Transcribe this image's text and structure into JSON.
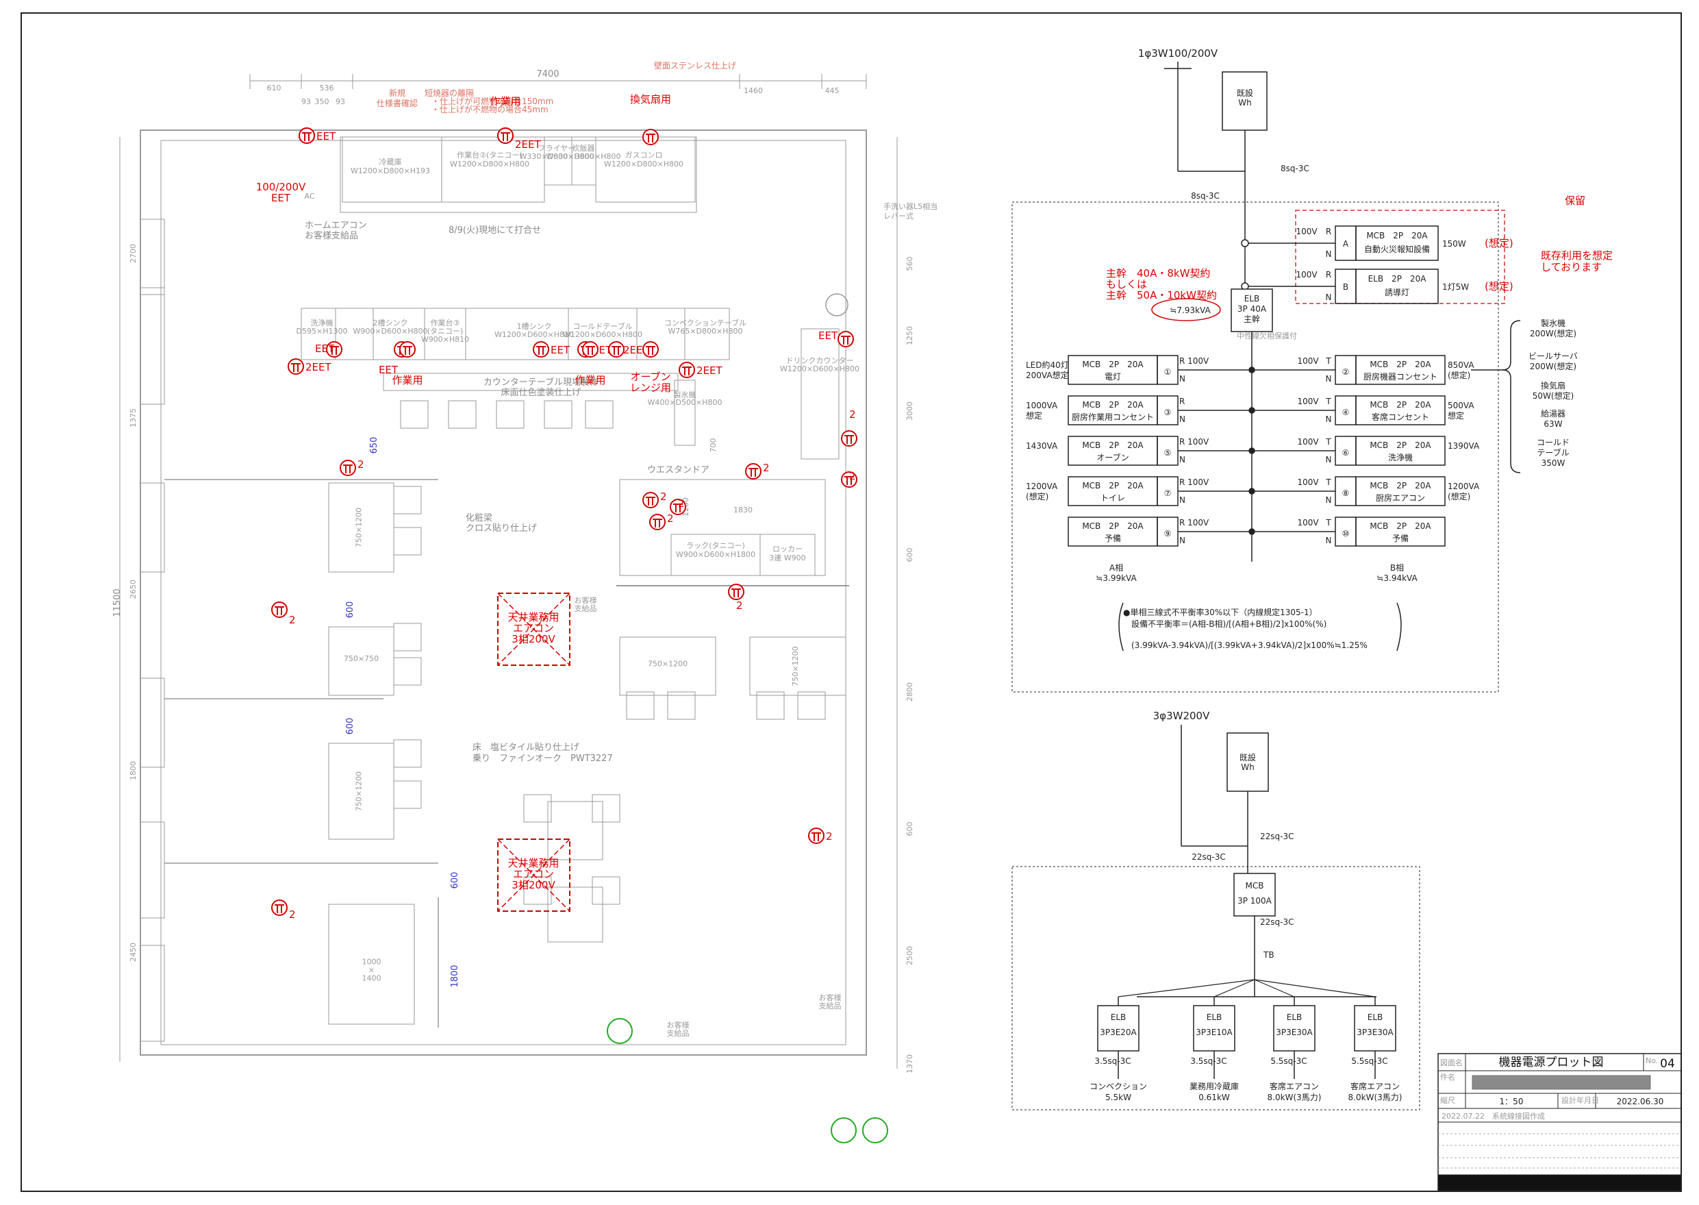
{
  "colors": {
    "outlet": "#d00000",
    "plan": "#9a9a9a",
    "line": "#222222",
    "note": "#e07060",
    "dim": "#3333cc"
  },
  "plan": {
    "top_dims": [
      "610",
      "536",
      "7400",
      "1460",
      "445"
    ],
    "top_sub_dims": [
      "93",
      "350",
      "93"
    ],
    "left_dims": [
      "2700",
      "1375",
      "11500",
      "2650",
      "1800",
      "2450"
    ],
    "right_dims": [
      "560",
      "1250",
      "3000",
      "600",
      "2800",
      "600",
      "2500",
      "1370"
    ],
    "inner_dims": [
      "650",
      "600",
      "600",
      "600",
      "1800",
      "1830",
      "1200",
      "700"
    ],
    "pink_notes": [
      "壁面ステンレス仕上げ",
      "新規",
      "仕様書確認",
      "短焼器の離隔",
      "・仕上げが可燃物の場合150mm",
      "・仕上げが不燃物の場合45mm"
    ],
    "equipment": [
      "冷蔵庫\nW1200×D800×H193",
      "作業台②(タニコー)\nW1200×D800×H800",
      "フライヤー\nW330×D600×H800",
      "炊飯器\nW330×D600×H800",
      "ガスコンロ\nW1200×D800×H800",
      "洗浄機\nD595×H1300",
      "2槽シンク\nW900×D600×H800",
      "作業台③\n(タニコー)\nW900×H810",
      "1槽シンク\nW1200×D600×H810",
      "コールドテーブル\nW1200×D600×H800",
      "コンベクションテーブル\nW765×D800×H800",
      "製氷機\nW400×D500×H800",
      "ドリンクカウンター\nW1200×D600×H800",
      "ラック(タニコー)\nW900×D600×H1800",
      "ロッカー\n3連 W900"
    ],
    "notes": [
      "ホームエアコン\nお客様支給品",
      "8/9(火)現地にて打合せ",
      "カウンターテーブル現場製作\n床面仕色塗装仕上げ",
      "手洗い器L5相当\nレバー式",
      "ウエスタンドア",
      "化粧梁\nクロス貼り仕上げ",
      "床　塩ビタイル貼り仕上げ\n乗り　ファインオーク　PWT3227",
      "お客様\n支給品",
      "AC"
    ],
    "tables": [
      "750×1200",
      "750×750",
      "750×1200",
      "750×1200",
      "750×1200",
      "1000\n×\n1400"
    ],
    "aircons": [
      "天井業務用\nエアコン\n3相200V",
      "天井業務用\nエアコン\n3相200V"
    ],
    "outlet_labels": [
      "EET",
      "100/200V\nEET",
      "2EET",
      "換気扇用",
      "作業用",
      "EET",
      "2EET",
      "EET",
      "EET",
      "EET",
      "2EET",
      "作業用",
      "作業用",
      "オーブン\nレンジ用",
      "2EET",
      "EET",
      "2",
      "2",
      "2",
      "2",
      "2",
      "2",
      "2",
      "2"
    ]
  },
  "single": {
    "source": "1φ3W100/200V",
    "meter": "既設\nWh",
    "cable_top": "8sq-3C",
    "cable_left": "8sq-3C",
    "main_breaker": "ELB\n3P 40A\n主幹",
    "main_note": "主幹　40A・8kW契約\nもしくは\n主幹　50A・10kW契約",
    "main_load": "≒7.93kVA",
    "leak_note": "中性線欠相保護付",
    "reserve_label": "保留",
    "reserve_note": "既存利用を想定\nしております",
    "reserve": [
      {
        "v": "100V",
        "ph": "R",
        "n": "N",
        "id": "A",
        "spec": "MCB　2P　20A",
        "name": "自動火災報知設備",
        "load": "150W",
        "est": "(想定)"
      },
      {
        "v": "100V",
        "ph": "R",
        "n": "N",
        "id": "B",
        "spec": "ELB　2P　20A",
        "name": "誘導灯",
        "load": "1灯5W",
        "est": "(想定)"
      }
    ],
    "left_circuits": [
      {
        "load": "LED約40灯\n200VA想定",
        "spec": "MCB　2P　20A",
        "name": "電灯",
        "no": "①",
        "v": "R 100V",
        "n": "N"
      },
      {
        "load": "1000VA\n想定",
        "spec": "MCB　2P　20A",
        "name": "厨房作業用コンセント",
        "no": "③",
        "v": "R",
        "n": "N"
      },
      {
        "load": "1430VA",
        "spec": "MCB　2P　20A",
        "name": "オーブン",
        "no": "⑤",
        "v": "R 100V",
        "n": "N"
      },
      {
        "load": "1200VA\n(想定)",
        "spec": "MCB　2P　20A",
        "name": "トイレ",
        "no": "⑦",
        "v": "R 100V",
        "n": "N"
      },
      {
        "load": "",
        "spec": "MCB　2P　20A",
        "name": "予備",
        "no": "⑨",
        "v": "R 100V",
        "n": "N"
      }
    ],
    "right_circuits": [
      {
        "v": "100V",
        "ph": "T",
        "n": "N",
        "no": "②",
        "spec": "MCB　2P　20A",
        "name": "厨房機器コンセント",
        "load": "850VA\n(想定)"
      },
      {
        "v": "100V",
        "ph": "T",
        "n": "N",
        "no": "④",
        "spec": "MCB　2P　20A",
        "name": "客席コンセント",
        "load": "500VA\n想定"
      },
      {
        "v": "100V",
        "ph": "T",
        "n": "N",
        "no": "⑥",
        "spec": "MCB　2P　20A",
        "name": "洗浄機",
        "load": "1390VA"
      },
      {
        "v": "100V",
        "ph": "T",
        "n": "N",
        "no": "⑧",
        "spec": "MCB　2P　20A",
        "name": "厨房エアコン",
        "load": "1200VA\n(想定)"
      },
      {
        "v": "100V",
        "ph": "T",
        "n": "N",
        "no": "⑩",
        "spec": "MCB　2P　20A",
        "name": "予備",
        "load": ""
      }
    ],
    "appliances": [
      "製氷機\n200W(想定)",
      "ビールサーバ\n200W(想定)",
      "換気扇\n50W(想定)",
      "給湯器\n63W",
      "コールド\nテーブル\n350W"
    ],
    "phase_a": "A相\n≒3.99kVA",
    "phase_b": "B相\n≒3.94kVA",
    "imbalance": [
      "●単相三線式不平衡率30%以下（内線規定1305-1）",
      "設備不平衡率＝(A相-B相)/[(A相+B相)/2]x100%(%)",
      "(3.99kVA-3.94kVA)/[(3.99kVA+3.94kVA)/2]x100%≒1.25%"
    ]
  },
  "three": {
    "source": "3φ3W200V",
    "meter": "既設\nWh",
    "cable_right": "22sq-3C",
    "cable_left": "22sq-3C",
    "main": "MCB\n3P 100A",
    "main_cable": "22sq-3C",
    "tb": "TB",
    "branches": [
      {
        "breaker": "ELB\n3P3E20A",
        "cable": "3.5sq-3C",
        "load": "コンベクション\n5.5kW"
      },
      {
        "breaker": "ELB\n3P3E10A",
        "cable": "3.5sq-3C",
        "load": "業務用冷蔵庫\n0.61kW"
      },
      {
        "breaker": "ELB\n3P3E30A",
        "cable": "5.5sq-3C",
        "load": "客席エアコン\n8.0kW(3馬力)"
      },
      {
        "breaker": "ELB\n3P3E30A",
        "cable": "5.5sq-3C",
        "load": "客席エアコン\n8.0kW(3馬力)"
      }
    ]
  },
  "titleblock": {
    "drawing_name_label": "図面名",
    "drawing_name": "機器電源プロット図",
    "no_label": "No.",
    "no": "04",
    "project_label": "件名",
    "scale_label": "縮尺",
    "scale": "1：50",
    "date_label": "設計年月日",
    "date": "2022.06.30",
    "revision": "2022.07.22　系統線接図作成"
  }
}
